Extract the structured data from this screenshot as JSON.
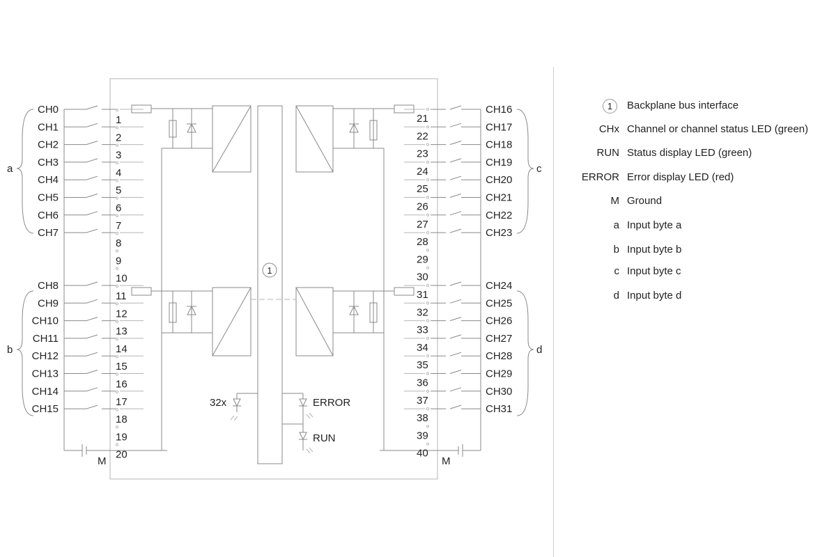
{
  "diagram": {
    "channels_left_top": [
      "CH0",
      "CH1",
      "CH2",
      "CH3",
      "CH4",
      "CH5",
      "CH6",
      "CH7"
    ],
    "channels_left_bottom": [
      "CH8",
      "CH9",
      "CH10",
      "CH11",
      "CH12",
      "CH13",
      "CH14",
      "CH15"
    ],
    "channels_right_top": [
      "CH16",
      "CH17",
      "CH18",
      "CH19",
      "CH20",
      "CH21",
      "CH22",
      "CH23"
    ],
    "channels_right_bottom": [
      "CH24",
      "CH25",
      "CH26",
      "CH27",
      "CH28",
      "CH29",
      "CH30",
      "CH31"
    ],
    "pins_left": [
      "1",
      "2",
      "3",
      "4",
      "5",
      "6",
      "7",
      "8",
      "9",
      "10",
      "11",
      "12",
      "13",
      "14",
      "15",
      "16",
      "17",
      "18",
      "19",
      "20"
    ],
    "pins_right": [
      "21",
      "22",
      "23",
      "24",
      "25",
      "26",
      "27",
      "28",
      "29",
      "30",
      "31",
      "32",
      "33",
      "34",
      "35",
      "36",
      "37",
      "38",
      "39",
      "40"
    ],
    "group_labels": {
      "a": "a",
      "b": "b",
      "c": "c",
      "d": "d"
    },
    "ground_label_left": "M",
    "ground_label_right": "M",
    "bus_marker": "1",
    "led_labels": {
      "channel": "32x",
      "error": "ERROR",
      "run": "RUN"
    }
  },
  "legend": [
    {
      "key": "1",
      "text": "Backplane bus interface",
      "circled": true
    },
    {
      "key": "CHx",
      "text": "Channel or channel status LED (green)"
    },
    {
      "key": "RUN",
      "text": "Status display LED (green)"
    },
    {
      "key": "ERROR",
      "text": "Error display LED (red)"
    },
    {
      "key": "M",
      "text": "Ground"
    },
    {
      "key": "a",
      "text": "Input byte a"
    },
    {
      "key": "b",
      "text": "Input byte b"
    },
    {
      "key": "c",
      "text": "Input byte c"
    },
    {
      "key": "d",
      "text": "Input byte d"
    }
  ]
}
